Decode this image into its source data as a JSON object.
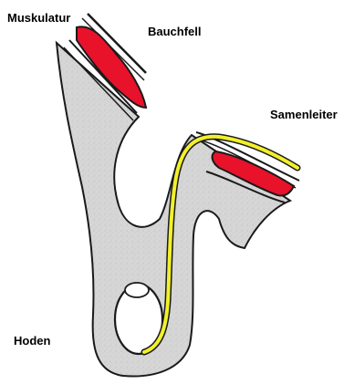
{
  "labels": {
    "muskulatur": "Muskulatur",
    "bauchfell": "Bauchfell",
    "samenleiter": "Samenleiter",
    "hoden": "Hoden"
  },
  "colors": {
    "background": "#ffffff",
    "tissue_fill": "#d6d6d6",
    "outline": "#1a1a1a",
    "muscle": "#e8122b",
    "duct": "#f2f02a"
  }
}
